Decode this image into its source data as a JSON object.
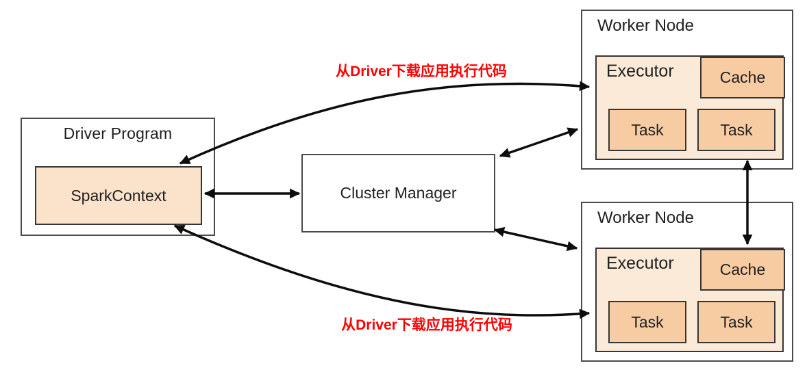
{
  "colors": {
    "canvas_bg": "#ffffff",
    "box_border": "#4a4a4a",
    "inner_border": "#353535",
    "executor_fill": "#fcead9",
    "sparkcontext_fill": "#fbe2cb",
    "cache_task_fill": "#f8cca2",
    "arrow_color": "#0d0d0d",
    "annotation_red": "#ff0000",
    "text_color": "#1f1f1f"
  },
  "nodes": {
    "driver": {
      "title": "Driver Program",
      "spark_context_label": "SparkContext"
    },
    "cluster_manager": {
      "label": "Cluster Manager"
    },
    "worker_top": {
      "title": "Worker Node",
      "executor_label": "Executor",
      "cache_label": "Cache",
      "tasks": [
        "Task",
        "Task"
      ]
    },
    "worker_bottom": {
      "title": "Worker Node",
      "executor_label": "Executor",
      "cache_label": "Cache",
      "tasks": [
        "Task",
        "Task"
      ]
    }
  },
  "annotations": {
    "download_code_top": "从Driver下载应用执行代码",
    "download_code_bottom": "从Driver下载应用执行代码"
  }
}
